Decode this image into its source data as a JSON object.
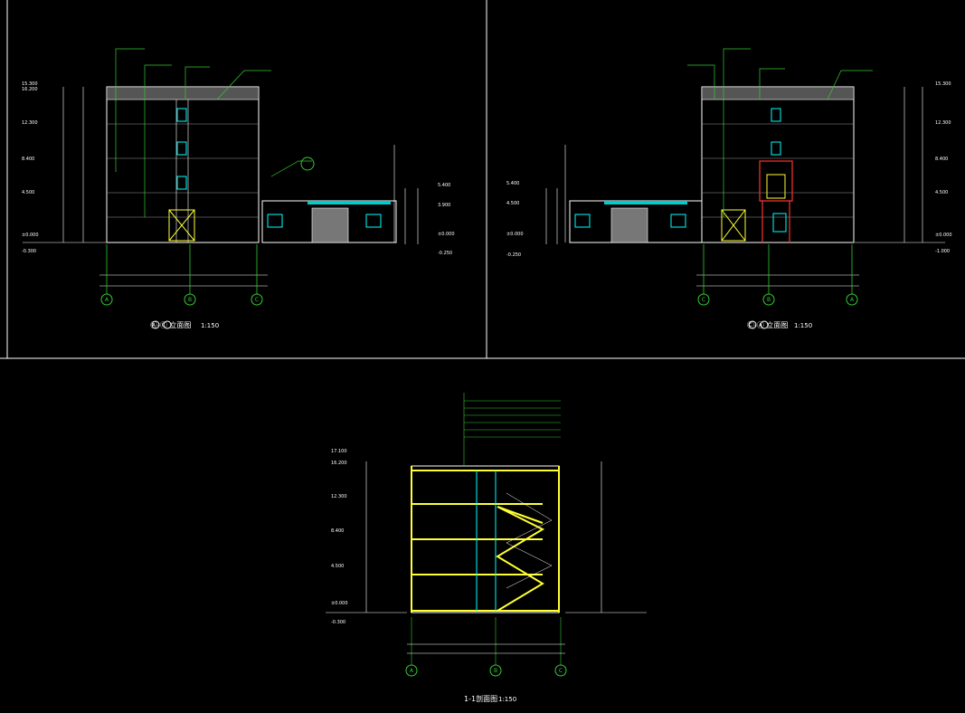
{
  "drawings": {
    "elev_left": {
      "title": "Ⓐ-Ⓒ 立面图",
      "scale": "1:150",
      "axes": [
        "A",
        "B",
        "C"
      ]
    },
    "elev_right": {
      "title": "Ⓒ-Ⓐ 立面图",
      "scale": "1:150",
      "axes": [
        "C",
        "B",
        "A"
      ]
    },
    "section": {
      "title": "1-1剖面图",
      "scale": "1:150",
      "axes": [
        "A",
        "B",
        "C"
      ]
    }
  },
  "levels_left": [
    "15.300",
    "16.200",
    "12.300",
    "8.400",
    "4.500",
    "±0.000",
    "-0.300"
  ],
  "levels_right": [
    "15.300",
    "12.300",
    "8.400",
    "4.500",
    "±0.000",
    "-1.000"
  ],
  "annex_levels_left": [
    "5.400",
    "3.900",
    "±0.000",
    "-0.250"
  ],
  "annex_levels_right": [
    "5.400",
    "4.500",
    "±0.000",
    "-0.250"
  ],
  "section_levels": [
    "17.100",
    "16.200",
    "12.300",
    "8.400",
    "4.500",
    "±0.000",
    "-0.300"
  ],
  "colors": {
    "bg": "#000000",
    "line": "#ffffff",
    "green": "#33cc33",
    "cyan": "#00ffff",
    "yellow": "#ffff33",
    "red": "#ff3333",
    "grey": "#9a9a9a"
  }
}
